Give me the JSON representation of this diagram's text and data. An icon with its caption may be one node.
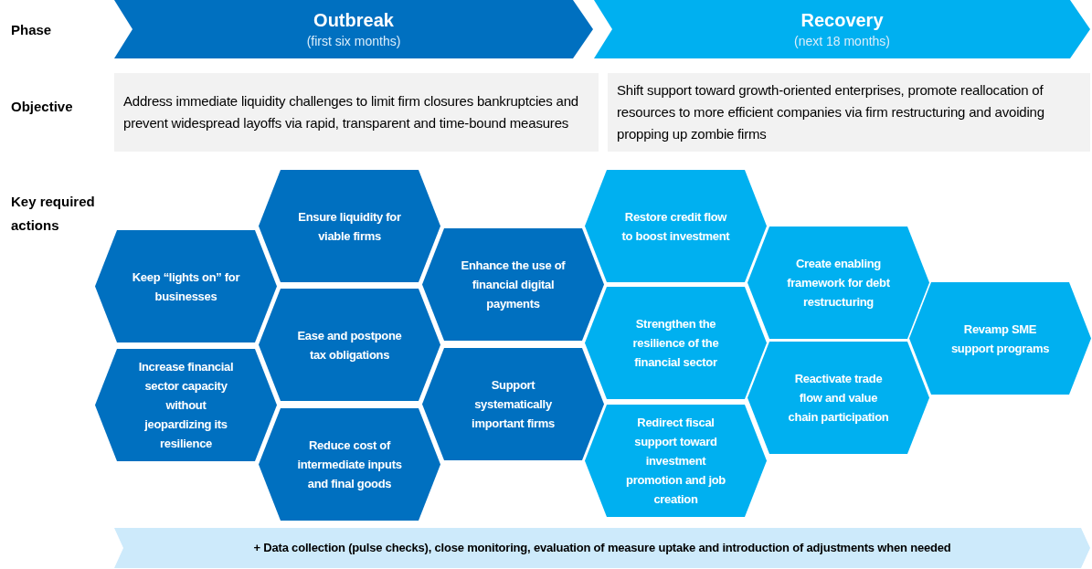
{
  "diagram": {
    "nodes": [
      {
        "text": [
          "Outbreak",
          "(first six months)"
        ]
      },
      {
        "text": [
          "Recovery",
          "(next 18 months)"
        ]
      },
      {
        "text": [
          "Address immediate liquidity challenges to limit firm closures bankruptcies and prevent widespread layoffs via rapid, transparent and time-bound measures"
        ]
      },
      {
        "text": [
          "Shift support toward growth-oriented enterprises, promote reallocation of resources to more efficient companies via firm restructuring and avoiding propping up zombie firms"
        ]
      },
      {
        "text": [
          "Keep “lights on” for businesses"
        ]
      },
      {
        "text": [
          "Increase financial sector capacity without jeopardizing its resilience"
        ]
      },
      {
        "text": [
          "Ensure liquidity for viable firms"
        ]
      },
      {
        "text": [
          "Ease and postpone tax obligations"
        ]
      },
      {
        "text": [
          "Reduce cost of intermediate inputs and final goods"
        ]
      },
      {
        "text": [
          "Enhance the use of financial digital payments"
        ]
      },
      {
        "text": [
          "Support systematically important firms"
        ]
      },
      {
        "text": [
          "Restore credit flow to boost investment"
        ]
      },
      {
        "text": [
          "Strengthen the resilience of the financial sector"
        ]
      },
      {
        "text": [
          "Redirect fiscal support toward investment promotion and job creation"
        ]
      },
      {
        "text": [
          "Create enabling framework for debt restructuring"
        ]
      },
      {
        "text": [
          "Reactivate trade flow and value chain participation"
        ]
      },
      {
        "text": [
          "Revamp SME support programs"
        ]
      },
      {
        "text": [
          "+ Data collection (pulse checks), close monitoring, evaluation of measure uptake and introduction of adjustments when needed"
        ]
      }
    ],
    "labels": [
      "Phase",
      "Objective",
      "Key required actions"
    ]
  }
}
